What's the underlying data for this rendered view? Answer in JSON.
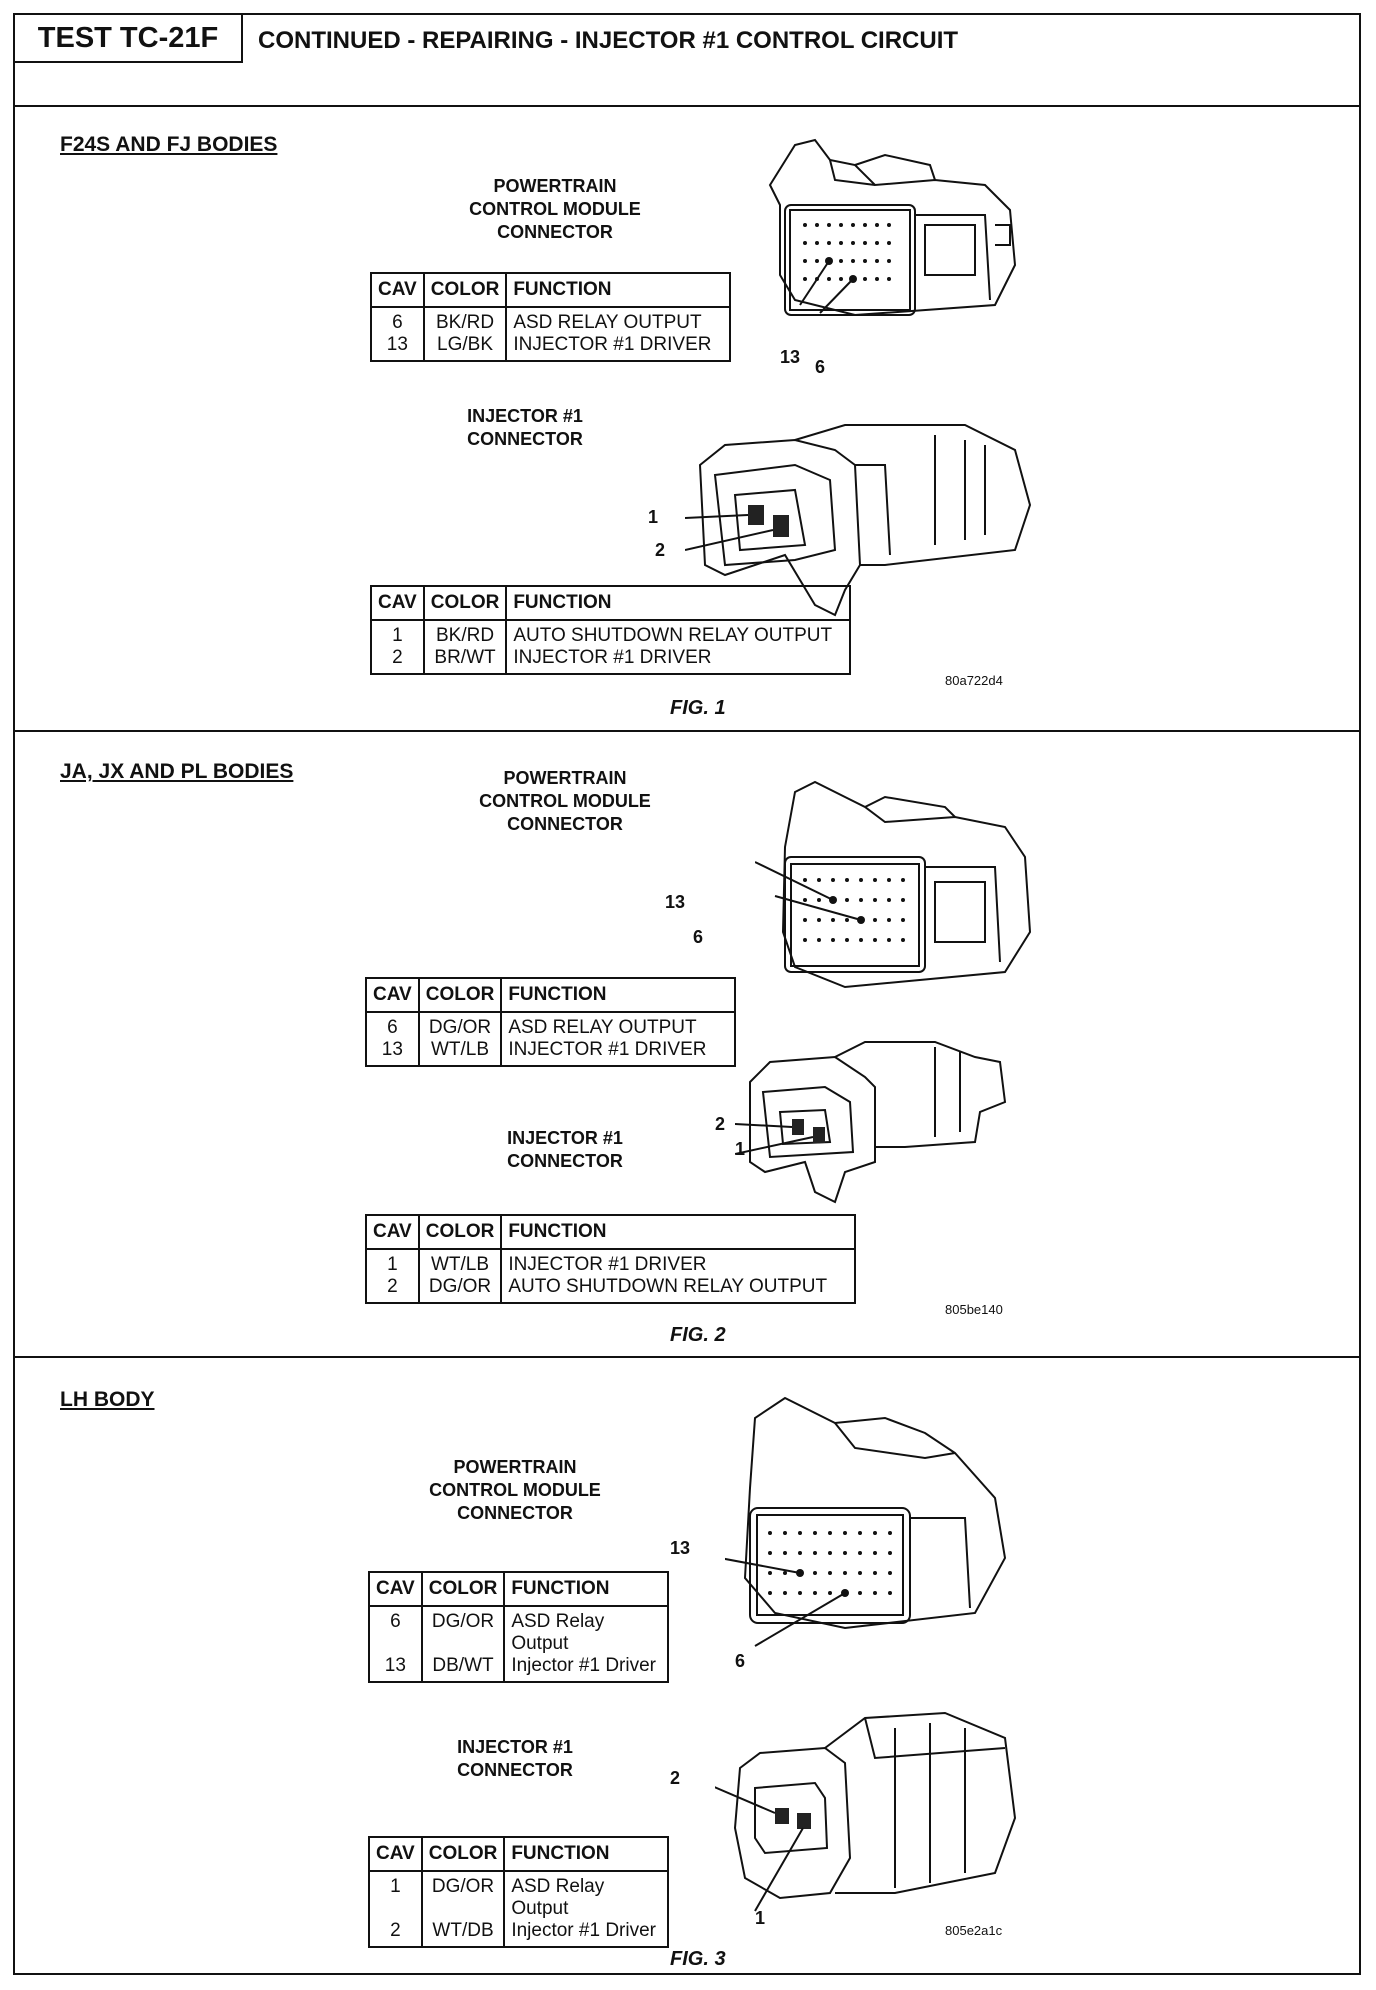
{
  "header": {
    "test_id": "TEST TC-21F",
    "title": "CONTINUED - REPAIRING - INJECTOR #1 CONTROL CIRCUIT"
  },
  "sections": [
    {
      "title": "F24S AND FJ BODIES",
      "pcm_caption": "POWERTRAIN\nCONTROL MODULE\nCONNECTOR",
      "pcm_table": {
        "headers": [
          "CAV",
          "COLOR",
          "FUNCTION"
        ],
        "rows": [
          [
            "6",
            "BK/RD",
            "ASD RELAY OUTPUT"
          ],
          [
            "13",
            "LG/BK",
            "INJECTOR #1 DRIVER"
          ]
        ]
      },
      "pcm_pins": [
        "13",
        "6"
      ],
      "inj_caption": "INJECTOR #1\nCONNECTOR",
      "inj_table": {
        "headers": [
          "CAV",
          "COLOR",
          "FUNCTION"
        ],
        "rows": [
          [
            "1",
            "BK/RD",
            "AUTO SHUTDOWN RELAY OUTPUT"
          ],
          [
            "2",
            "BR/WT",
            "INJECTOR #1 DRIVER"
          ]
        ]
      },
      "inj_pins": [
        "1",
        "2"
      ],
      "figure_code": "80a722d4",
      "figure_label": "FIG. 1"
    },
    {
      "title": "JA, JX AND PL BODIES",
      "pcm_caption": "POWERTRAIN\nCONTROL MODULE\nCONNECTOR",
      "pcm_table": {
        "headers": [
          "CAV",
          "COLOR",
          "FUNCTION"
        ],
        "rows": [
          [
            "6",
            "DG/OR",
            "ASD RELAY OUTPUT"
          ],
          [
            "13",
            "WT/LB",
            "INJECTOR #1 DRIVER"
          ]
        ]
      },
      "pcm_pins": [
        "13",
        "6"
      ],
      "inj_caption": "INJECTOR #1\nCONNECTOR",
      "inj_table": {
        "headers": [
          "CAV",
          "COLOR",
          "FUNCTION"
        ],
        "rows": [
          [
            "1",
            "WT/LB",
            "INJECTOR #1 DRIVER"
          ],
          [
            "2",
            "DG/OR",
            "AUTO SHUTDOWN RELAY OUTPUT"
          ]
        ]
      },
      "inj_pins": [
        "2",
        "1"
      ],
      "figure_code": "805be140",
      "figure_label": "FIG. 2"
    },
    {
      "title": "LH BODY",
      "pcm_caption": "POWERTRAIN\nCONTROL MODULE\nCONNECTOR",
      "pcm_table": {
        "headers": [
          "CAV",
          "COLOR",
          "FUNCTION"
        ],
        "rows": [
          [
            "6",
            "DG/OR",
            "ASD Relay Output"
          ],
          [
            "13",
            "DB/WT",
            "Injector #1 Driver"
          ]
        ]
      },
      "pcm_pins": [
        "13",
        "6"
      ],
      "inj_caption": "INJECTOR #1\nCONNECTOR",
      "inj_table": {
        "headers": [
          "CAV",
          "COLOR",
          "FUNCTION"
        ],
        "rows": [
          [
            "1",
            "DG/OR",
            "ASD Relay Output"
          ],
          [
            "2",
            "WT/DB",
            "Injector #1 Driver"
          ]
        ]
      },
      "inj_pins": [
        "2",
        "1"
      ],
      "figure_code": "805e2a1c",
      "figure_label": "FIG. 3"
    }
  ]
}
